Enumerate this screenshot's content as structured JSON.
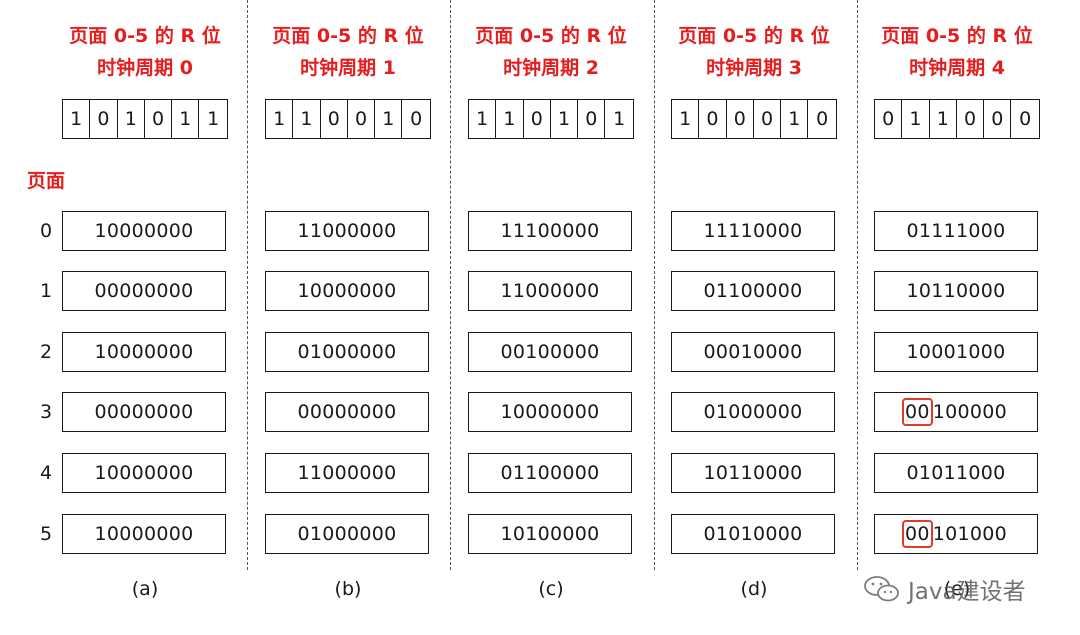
{
  "page_heading": "页面",
  "columns": [
    {
      "title": "页面 0-5 的 R 位",
      "cycle": "时钟周期 0",
      "r_bits": [
        "1",
        "0",
        "1",
        "0",
        "1",
        "1"
      ],
      "counters": [
        "10000000",
        "00000000",
        "10000000",
        "00000000",
        "10000000",
        "10000000"
      ],
      "caption": "(a)"
    },
    {
      "title": "页面 0-5 的 R 位",
      "cycle": "时钟周期 1",
      "r_bits": [
        "1",
        "1",
        "0",
        "0",
        "1",
        "0"
      ],
      "counters": [
        "11000000",
        "10000000",
        "01000000",
        "00000000",
        "11000000",
        "01000000"
      ],
      "caption": "(b)"
    },
    {
      "title": "页面 0-5 的 R 位",
      "cycle": "时钟周期 2",
      "r_bits": [
        "1",
        "1",
        "0",
        "1",
        "0",
        "1"
      ],
      "counters": [
        "11100000",
        "11000000",
        "00100000",
        "10000000",
        "01100000",
        "10100000"
      ],
      "caption": "(c)"
    },
    {
      "title": "页面 0-5 的 R 位",
      "cycle": "时钟周期 3",
      "r_bits": [
        "1",
        "0",
        "0",
        "0",
        "1",
        "0"
      ],
      "counters": [
        "11110000",
        "01100000",
        "00010000",
        "01000000",
        "10110000",
        "01010000"
      ],
      "caption": "(d)"
    },
    {
      "title": "页面 0-5 的 R 位",
      "cycle": "时钟周期 4",
      "r_bits": [
        "0",
        "1",
        "1",
        "0",
        "0",
        "0"
      ],
      "counters": [
        "01111000",
        "10110000",
        "10001000",
        "00100000",
        "01011000",
        "00101000"
      ],
      "caption": "(e)",
      "highlight_rows": [
        3,
        5
      ]
    }
  ],
  "page_numbers": [
    "0",
    "1",
    "2",
    "3",
    "4",
    "5"
  ],
  "watermark": "Java建设者",
  "colors": {
    "title_red": "#e41e1e",
    "highlight_red": "#e03b23"
  }
}
